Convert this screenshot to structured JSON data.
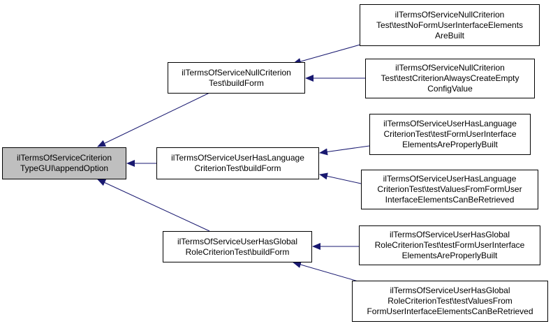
{
  "colors": {
    "root_fill": "#bfbfbf",
    "node_fill": "#ffffff",
    "edge": "#191970",
    "border": "#000000"
  },
  "nodes": {
    "root": {
      "lines": [
        "ilTermsOfServiceCriterion",
        "TypeGUI\\appendOption"
      ]
    },
    "null_build": {
      "lines": [
        "ilTermsOfServiceNullCriterion",
        "Test\\buildForm"
      ]
    },
    "lang_build": {
      "lines": [
        "ilTermsOfServiceUserHasLanguage",
        "CriterionTest\\buildForm"
      ]
    },
    "global_build": {
      "lines": [
        "ilTermsOfServiceUserHasGlobal",
        "RoleCriterionTest\\buildForm"
      ]
    },
    "null_test1": {
      "lines": [
        "ilTermsOfServiceNullCriterion",
        "Test\\testNoFormUserInterfaceElements",
        "AreBuilt"
      ]
    },
    "null_test2": {
      "lines": [
        "ilTermsOfServiceNullCriterion",
        "Test\\testCriterionAlwaysCreateEmpty",
        "ConfigValue"
      ]
    },
    "lang_test1": {
      "lines": [
        "ilTermsOfServiceUserHasLanguage",
        "CriterionTest\\testFormUserInterface",
        "ElementsAreProperlyBuilt"
      ]
    },
    "lang_test2": {
      "lines": [
        "ilTermsOfServiceUserHasLanguage",
        "CriterionTest\\testValuesFromFormUser",
        "InterfaceElementsCanBeRetrieved"
      ]
    },
    "global_test1": {
      "lines": [
        "ilTermsOfServiceUserHasGlobal",
        "RoleCriterionTest\\testFormUserInterface",
        "ElementsAreProperlyBuilt"
      ]
    },
    "global_test2": {
      "lines": [
        "ilTermsOfServiceUserHasGlobal",
        "RoleCriterionTest\\testValuesFrom",
        "FormUserInterfaceElementsCanBeRetrieved"
      ]
    }
  }
}
